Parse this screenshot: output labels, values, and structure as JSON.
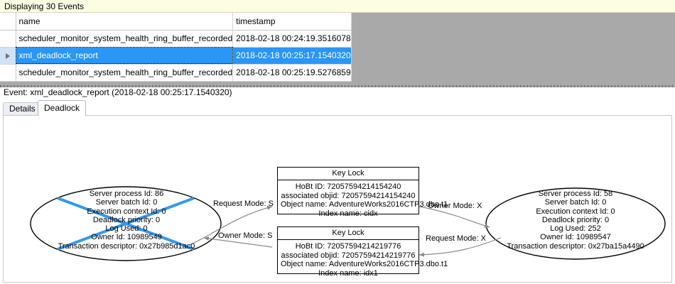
{
  "banner": {
    "text": "Displaying 30 Events"
  },
  "grid": {
    "columns": [
      "",
      "name",
      "timestamp"
    ],
    "rows": [
      {
        "selector": "",
        "name": "scheduler_monitor_system_health_ring_buffer_recorded",
        "timestamp": "2018-02-18 00:24:19.3516078",
        "selected": false
      },
      {
        "selector": "row-arrow-icon",
        "name": "xml_deadlock_report",
        "timestamp": "2018-02-18 00:25:17.1540320",
        "selected": true
      },
      {
        "selector": "",
        "name": "scheduler_monitor_system_health_ring_buffer_recorded",
        "timestamp": "2018-02-18 00:25:19.5276859",
        "selected": false
      }
    ]
  },
  "event": {
    "caption": "Event: xml_deadlock_report (2018-02-18 00:25:17.1540320)"
  },
  "tabs": [
    {
      "label": "Details",
      "active": false
    },
    {
      "label": "Deadlock",
      "active": true
    }
  ],
  "deadlock_graph": {
    "processes": [
      {
        "id": "process-left",
        "victim": true,
        "lines": [
          "Server process Id: 86",
          "Server batch Id: 0",
          "Execution context Id: 0",
          "Deadlock priority: 0",
          "Log Used: 0",
          "Owner Id: 10989549",
          "Transaction descriptor: 0x27b985d1ac0"
        ]
      },
      {
        "id": "process-right",
        "victim": false,
        "lines": [
          "Server process Id: 58",
          "Server batch Id: 0",
          "Execution context Id: 0",
          "Deadlock priority: 0",
          "Log Used: 252",
          "Owner Id: 10989547",
          "Transaction descriptor: 0x27ba15a4490"
        ]
      }
    ],
    "resources": [
      {
        "id": "key-lock-top",
        "title": "Key Lock",
        "lines": [
          "HoBt ID: 72057594214154240",
          "associated objid: 72057594214154240",
          "Object name: AdventureWorks2016CTP3.dbo.t1",
          "Index name: cidx"
        ]
      },
      {
        "id": "key-lock-bottom",
        "title": "Key Lock",
        "lines": [
          "HoBt ID: 72057594214219776",
          "associated objid: 72057594214219776",
          "Object name: AdventureWorks2016CTP3.dbo.t1",
          "Index name: idx1"
        ]
      }
    ],
    "edges": [
      {
        "id": "edge-left-request-top",
        "label": "Request Mode: S"
      },
      {
        "id": "edge-top-owner-right",
        "label": "Owner Mode: X"
      },
      {
        "id": "edge-bottom-owner-left",
        "label": "Owner Mode: S"
      },
      {
        "id": "edge-right-request-bottom",
        "label": "Request Mode: X"
      }
    ]
  },
  "colors": {
    "banner_bg": "#fdfde4",
    "selection_blue": "#2a96f5",
    "victim_cross": "#3399ee",
    "grid_backdrop": "#a9a9a9"
  }
}
